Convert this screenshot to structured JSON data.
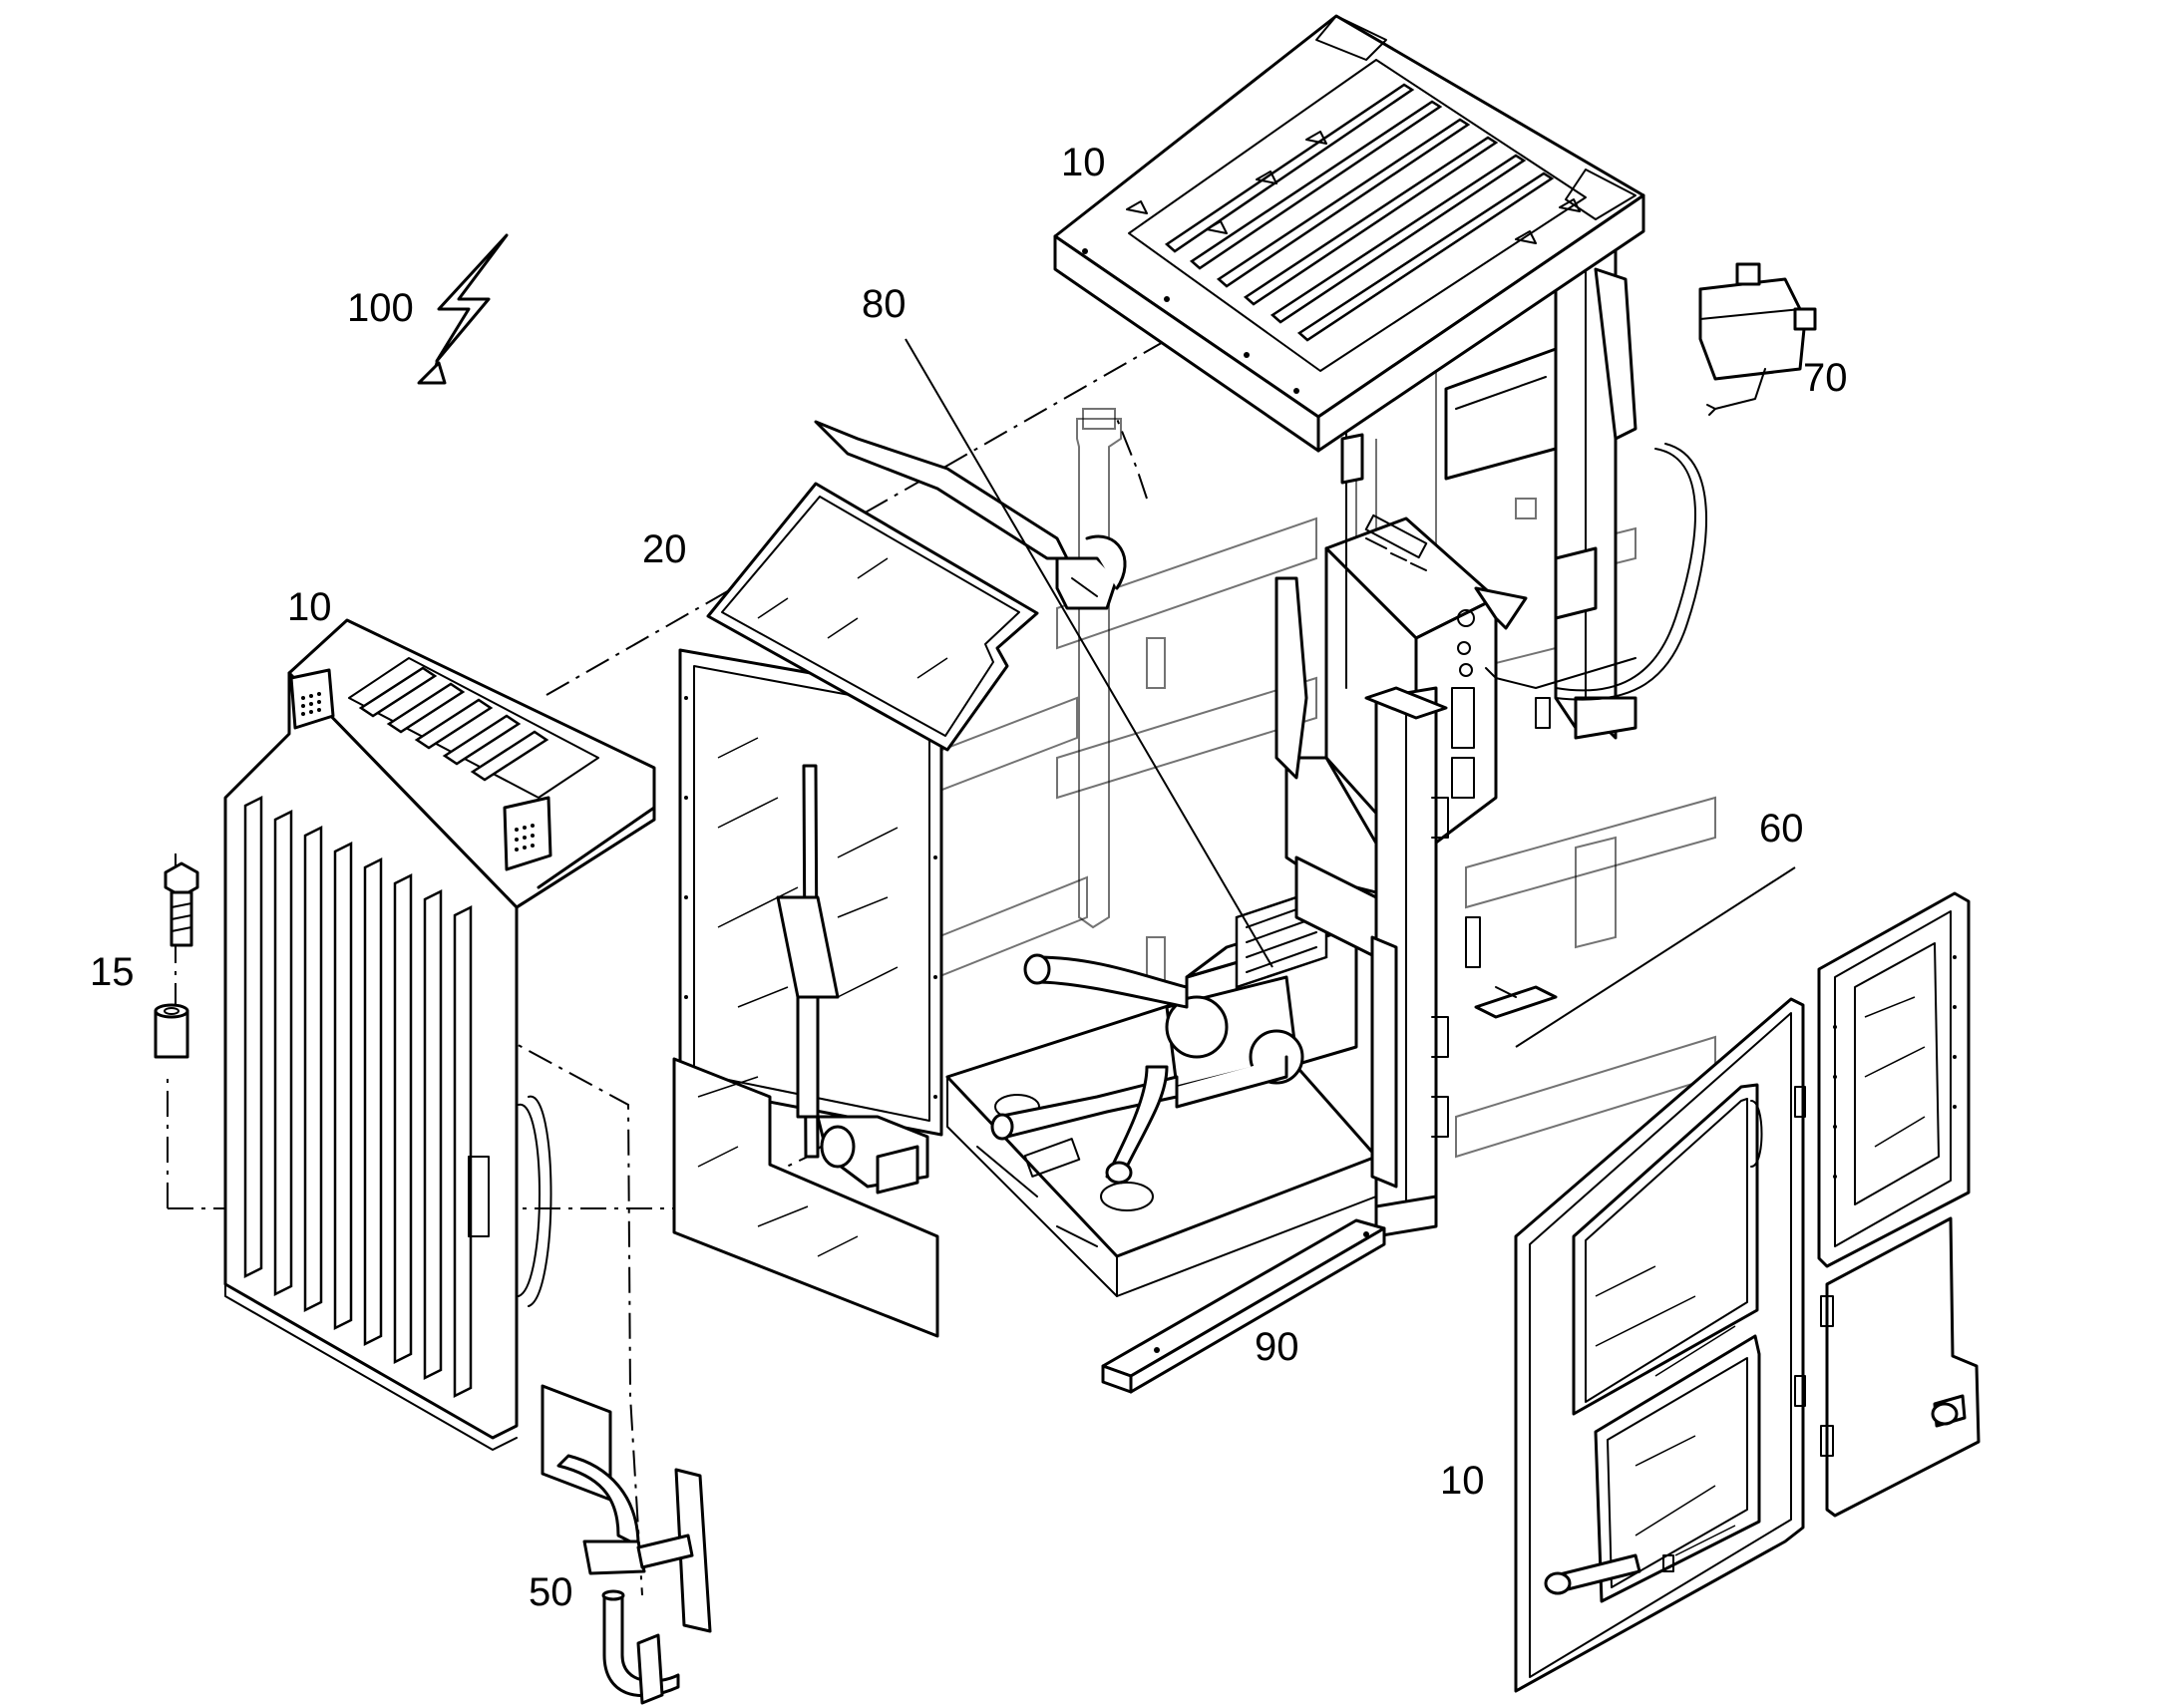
{
  "callouts": {
    "c100": "100",
    "c10_roof": "10",
    "c80": "80",
    "c70": "70",
    "c20": "20",
    "c10_left": "10",
    "c15": "15",
    "c60": "60",
    "c90": "90",
    "c10_door": "10",
    "c50": "50"
  },
  "parts": [
    "roof-assembly",
    "left-side-frame",
    "windshield-glass",
    "front-window-frame",
    "wiper-arm",
    "wiper-motor",
    "cab-frame-skeleton",
    "control-console",
    "heater-unit",
    "ventilation-hoses",
    "floor-plate",
    "b-pillar",
    "washer-reservoir",
    "door-assembly",
    "rear-side-window",
    "rear-side-panel",
    "kick-plate",
    "sill-strip",
    "mirror-assembly",
    "bolt",
    "spacer-bushing"
  ],
  "icons": [
    "lightning-bolt-icon"
  ],
  "colors": {
    "line": "#000000",
    "background": "#ffffff"
  }
}
